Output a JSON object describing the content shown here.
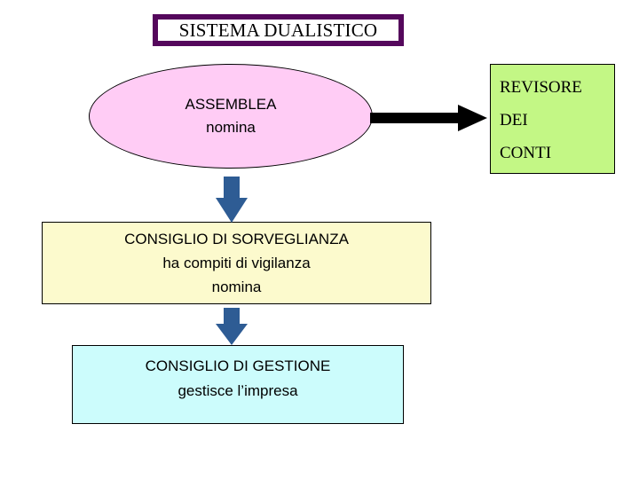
{
  "diagram": {
    "title_banner": {
      "text": "SISTEMA DUALISTICO",
      "border_color": "#55085c",
      "fill_color": "#ffffff"
    },
    "assembly": {
      "shape": "ellipse",
      "fill_color": "#ffccf5",
      "lines": [
        "ASSEMBLEA",
        "nomina"
      ]
    },
    "auditor": {
      "shape": "rectangle",
      "fill_color": "#c3f785",
      "lines": [
        "REVISORE",
        "DEI",
        "CONTI"
      ]
    },
    "supervisory_board": {
      "shape": "rectangle",
      "fill_color": "#fcfacd",
      "lines": [
        "CONSIGLIO DI SORVEGLIANZA",
        "ha compiti di vigilanza",
        "nomina"
      ]
    },
    "management_board": {
      "shape": "rectangle",
      "fill_color": "#ccfcfc",
      "lines": [
        "CONSIGLIO DI GESTIONE",
        "gestisce l’impresa"
      ]
    },
    "connectors": [
      {
        "name": "assembly-to-auditor",
        "direction": "right",
        "color": "#000000",
        "from": "assembly",
        "to": "auditor"
      },
      {
        "name": "assembly-to-supervisory-board",
        "direction": "down",
        "color": "#2e5c94",
        "from": "assembly",
        "to": "supervisory_board"
      },
      {
        "name": "supervisory-board-to-management-board",
        "direction": "down",
        "color": "#2e5c94",
        "from": "supervisory_board",
        "to": "management_board"
      }
    ]
  }
}
